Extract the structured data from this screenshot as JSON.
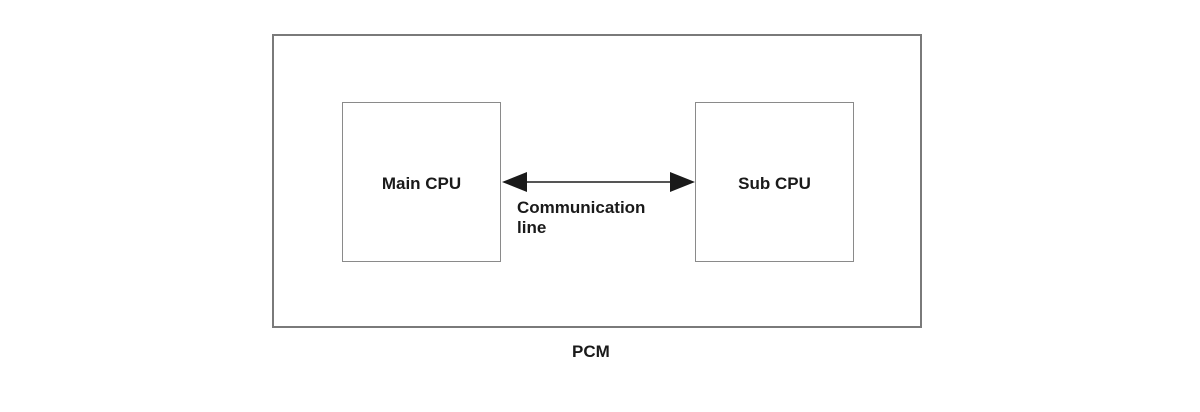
{
  "diagram": {
    "container_label": "PCM",
    "main_cpu_label": "Main CPU",
    "sub_cpu_label": "Sub CPU",
    "link_label_line1": "Communication",
    "link_label_line2": "line",
    "link_direction": "bidirectional"
  }
}
